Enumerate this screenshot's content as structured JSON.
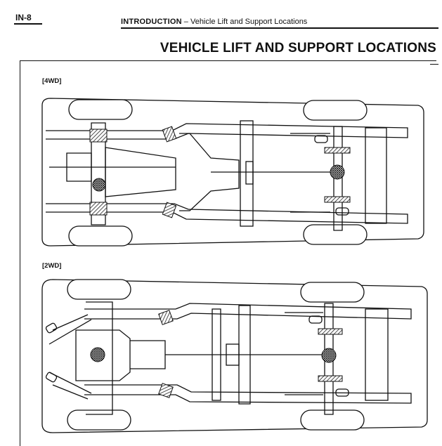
{
  "header": {
    "page_number": "IN-8",
    "section": "INTRODUCTION",
    "separator": " – ",
    "subsection": "Vehicle Lift and Support Locations"
  },
  "title": "VEHICLE LIFT AND SUPPORT LOCATIONS",
  "diagrams": [
    {
      "label": "[4WD]"
    },
    {
      "label": "[2WD]"
    }
  ],
  "legend_colors": {
    "line": "#111111",
    "lift_point_fill": "#ffffff",
    "hatch": "#222222"
  }
}
